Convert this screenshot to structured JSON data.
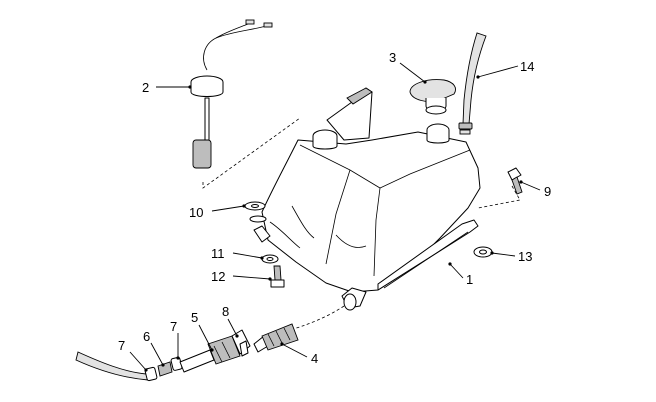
{
  "diagram": {
    "callouts": [
      {
        "id": "c1",
        "text": "1"
      },
      {
        "id": "c2",
        "text": "2"
      },
      {
        "id": "c3",
        "text": "3"
      },
      {
        "id": "c4",
        "text": "4"
      },
      {
        "id": "c5",
        "text": "5"
      },
      {
        "id": "c6",
        "text": "6"
      },
      {
        "id": "c7a",
        "text": "7"
      },
      {
        "id": "c7b",
        "text": "7"
      },
      {
        "id": "c8",
        "text": "8"
      },
      {
        "id": "c9",
        "text": "9"
      },
      {
        "id": "c10",
        "text": "10"
      },
      {
        "id": "c11",
        "text": "11"
      },
      {
        "id": "c12",
        "text": "12"
      },
      {
        "id": "c13",
        "text": "13"
      },
      {
        "id": "c14",
        "text": "14"
      }
    ]
  }
}
